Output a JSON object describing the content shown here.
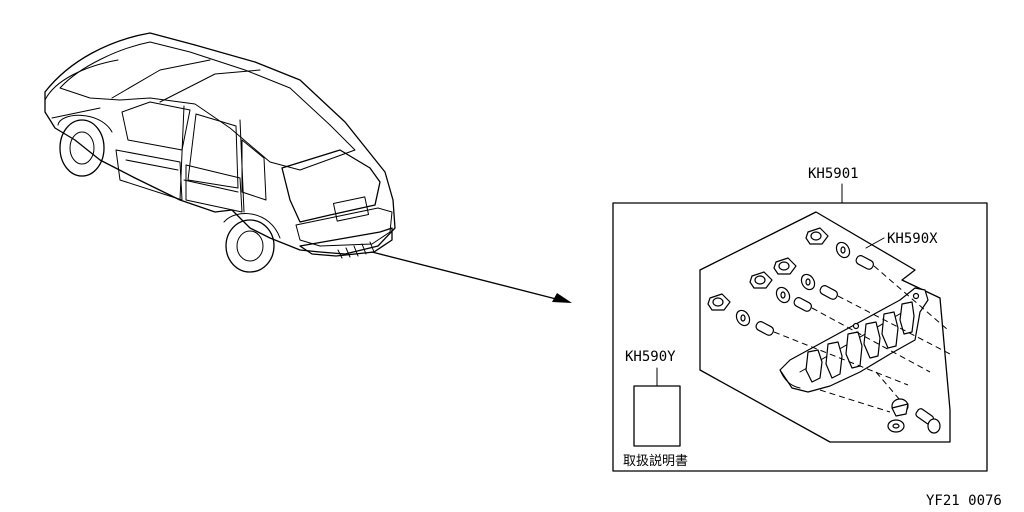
{
  "labels": {
    "kit": "KH5901",
    "fastener_set": "KH590X",
    "manual_part": "KH590Y",
    "manual_caption": "取扱説明書",
    "figure_code": "YF21 0076"
  }
}
